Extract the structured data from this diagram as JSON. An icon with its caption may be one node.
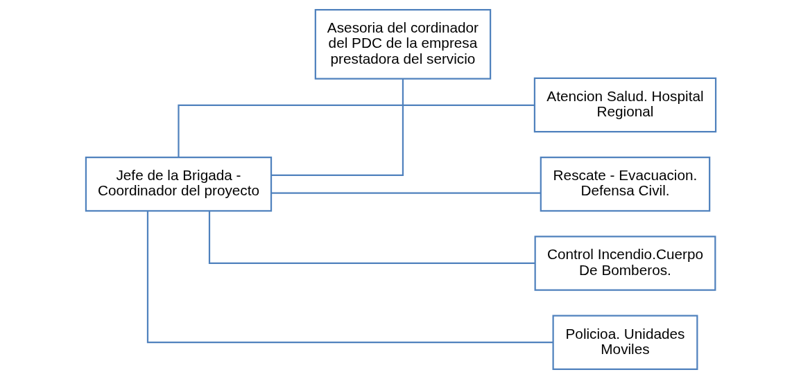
{
  "diagram": {
    "nodes": [
      {
        "text": [
          "Jefe de la Brigada - Coordinador del proyecto"
        ]
      },
      {
        "text": [
          "Asesoria del cordinador del PDC de la empresa prestadora del servicio"
        ]
      },
      {
        "text": [
          "Atencion Salud. Hospital Regional"
        ]
      },
      {
        "text": [
          "Rescate - Evacuacion. Defensa Civil."
        ]
      },
      {
        "text": [
          "Control Incendio.Cuerpo De Bomberos."
        ]
      },
      {
        "text": [
          "Policioa. Unidades Moviles"
        ]
      }
    ],
    "edges": [
      {
        "from": 0,
        "to": 1,
        "arrow": "none"
      },
      {
        "from": 0,
        "to": 2,
        "arrow": "none"
      },
      {
        "from": 0,
        "to": 3,
        "arrow": "none"
      },
      {
        "from": 0,
        "to": 4,
        "arrow": "none"
      },
      {
        "from": 0,
        "to": 5,
        "arrow": "none"
      }
    ]
  }
}
